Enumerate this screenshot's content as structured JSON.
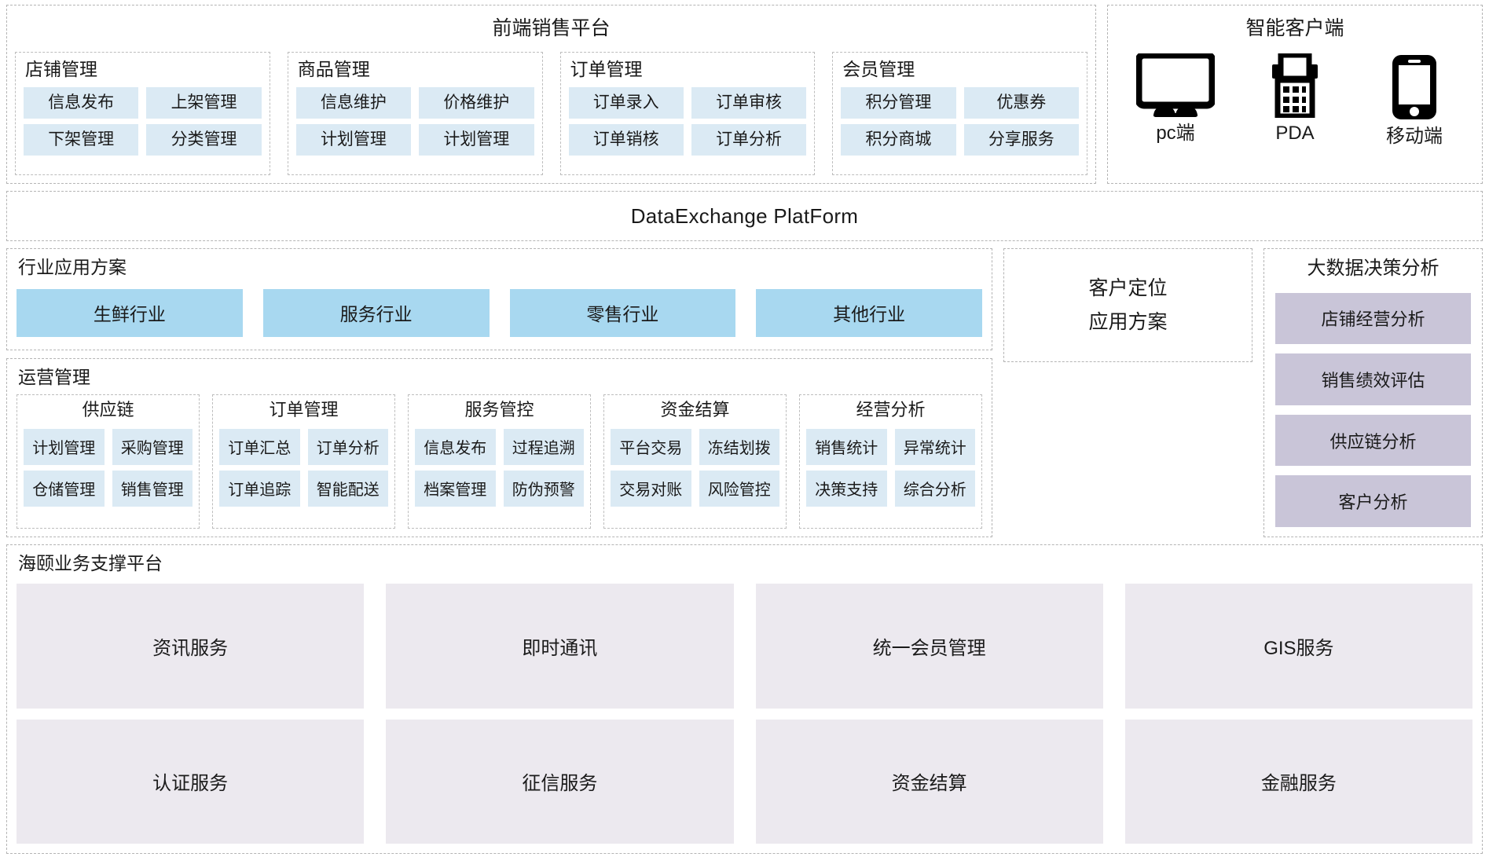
{
  "frontend": {
    "title": "前端销售平台",
    "modules": [
      {
        "title": "店铺管理",
        "items": [
          "信息发布",
          "上架管理",
          "下架管理",
          "分类管理"
        ]
      },
      {
        "title": "商品管理",
        "items": [
          "信息维护",
          "价格维护",
          "计划管理",
          "计划管理"
        ]
      },
      {
        "title": "订单管理",
        "items": [
          "订单录入",
          "订单审核",
          "订单销核",
          "订单分析"
        ]
      },
      {
        "title": "会员管理",
        "items": [
          "积分管理",
          "优惠券",
          "积分商城",
          "分享服务"
        ]
      }
    ]
  },
  "client": {
    "title": "智能客户端",
    "devices": [
      {
        "icon": "desktop-monitor-icon",
        "label": "pc端"
      },
      {
        "icon": "pda-device-icon",
        "label": "PDA"
      },
      {
        "icon": "mobile-phone-icon",
        "label": "移动端"
      }
    ]
  },
  "band": {
    "label": "DataExchange  PlatForm"
  },
  "industry": {
    "title": "行业应用方案",
    "items": [
      "生鲜行业",
      "服务行业",
      "零售行业",
      "其他行业"
    ]
  },
  "customer": {
    "line1": "客户定位",
    "line2": "应用方案"
  },
  "bigdata": {
    "title": "大数据决策分析",
    "items": [
      "店铺经营分析",
      "销售绩效评估",
      "供应链分析",
      "客户分析"
    ]
  },
  "operations": {
    "title": "运营管理",
    "modules": [
      {
        "title": "供应链",
        "items": [
          "计划管理",
          "采购管理",
          "仓储管理",
          "销售管理"
        ]
      },
      {
        "title": "订单管理",
        "items": [
          "订单汇总",
          "订单分析",
          "订单追踪",
          "智能配送"
        ]
      },
      {
        "title": "服务管控",
        "items": [
          "信息发布",
          "过程追溯",
          "档案管理",
          "防伪预警"
        ]
      },
      {
        "title": "资金结算",
        "items": [
          "平台交易",
          "冻结划拨",
          "交易对账",
          "风险管控"
        ]
      },
      {
        "title": "经营分析",
        "items": [
          "销售统计",
          "异常统计",
          "决策支持",
          "综合分析"
        ]
      }
    ]
  },
  "support": {
    "title": "海颐业务支撑平台",
    "row1": [
      "资讯服务",
      "即时通讯",
      "统一会员管理",
      "GIS服务"
    ],
    "row2": [
      "认证服务",
      "征信服务",
      "资金结算",
      "金融服务"
    ]
  },
  "colors": {
    "chip_blue": "#dbeaf4",
    "industry_blue": "#a8d8f0",
    "bigdata_purple": "#c9c5d8",
    "support_lavender": "#ece9ef",
    "frame_dash": "#b4b4b4"
  }
}
